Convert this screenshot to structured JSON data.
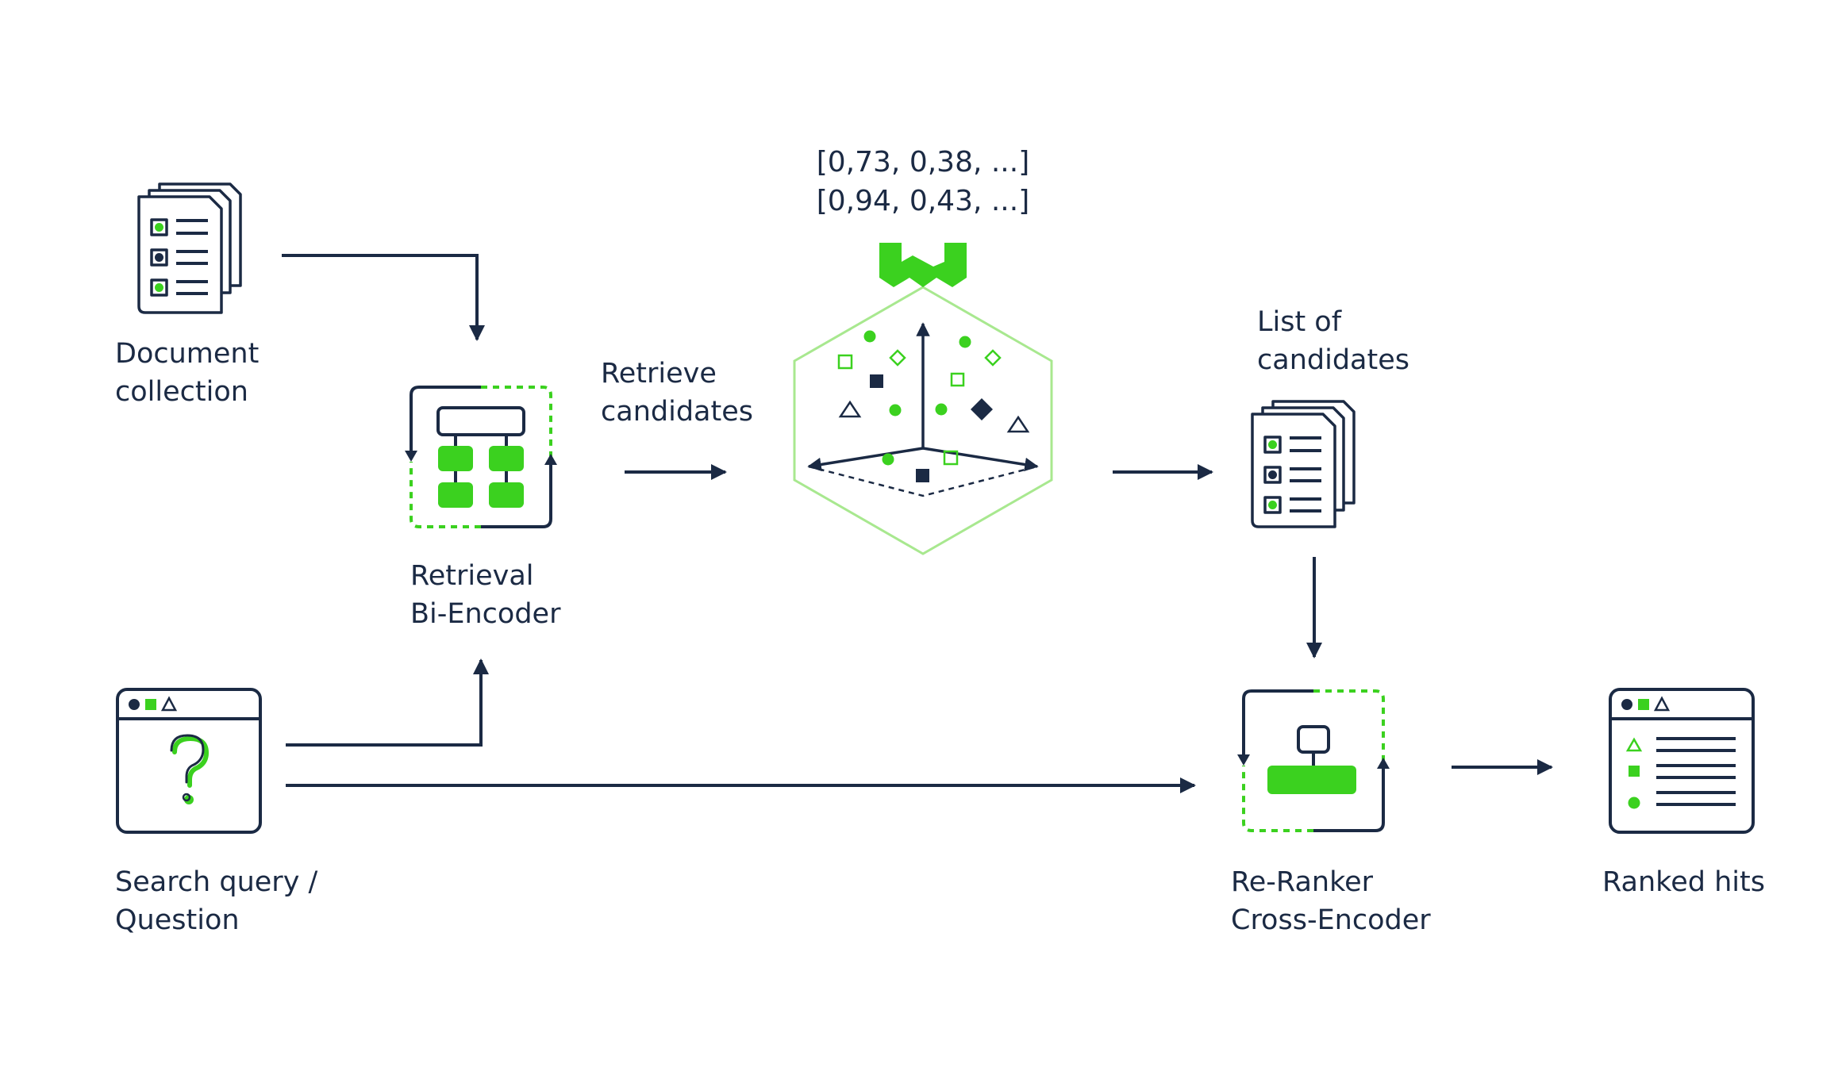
{
  "colors": {
    "navy": "#1b2a44",
    "green": "#3bd11f",
    "light_green": "#a8e88f"
  },
  "nodes": {
    "document_collection": {
      "line1": "Document",
      "line2": "collection",
      "icon": "document-stack-icon"
    },
    "bi_encoder": {
      "line1": "Retrieval",
      "line2": "Bi-Encoder",
      "icon": "bi-encoder-icon"
    },
    "retrieve": {
      "line1": "Retrieve",
      "line2": "candidates"
    },
    "vector_db": {
      "line1": "[0,73, 0,38, ...]",
      "line2": "[0,94, 0,43, ...]",
      "icon": "vector-space-icon"
    },
    "candidates": {
      "line1": "List of",
      "line2": "candidates",
      "icon": "document-stack-icon"
    },
    "query": {
      "line1": "Search query /",
      "line2": "Question",
      "icon": "question-window-icon"
    },
    "reranker": {
      "line1": "Re-Ranker",
      "line2": "Cross-Encoder",
      "icon": "cross-encoder-icon"
    },
    "ranked_hits": {
      "line1": "Ranked hits",
      "icon": "ranked-list-icon"
    }
  }
}
